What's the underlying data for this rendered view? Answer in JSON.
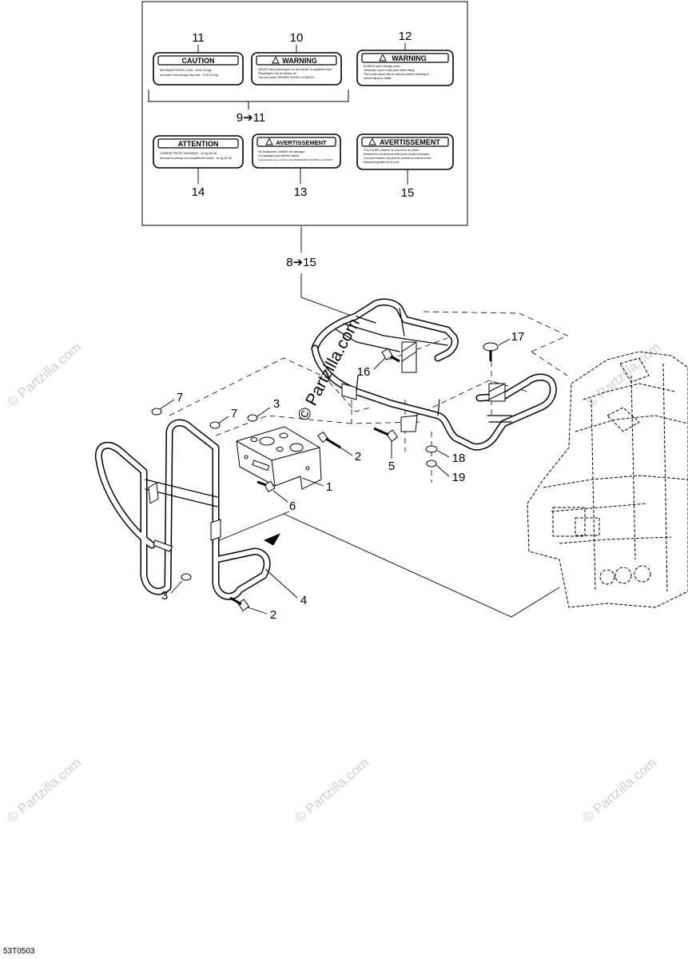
{
  "decals": [
    {
      "callout": "11",
      "title": "CAUTION",
      "lines": [
        "MAXIMUM FRONT LOAD : 25 lb (10 kg)",
        "(Includes front storage bay load : 22 lb (10 kg)"
      ]
    },
    {
      "callout": "10",
      "title": "WARNING",
      "lines": [
        "NEVER carry passengers on this carrier or anywhere else.",
        "Passengers can be thrown off.",
        "You can cause SEVERE INJURY or DEATH."
      ]
    },
    {
      "callout": "12",
      "title": "WARNING",
      "lines": [
        "ALWAYS latch storage cover.",
        "Otherwise cover could open while riding.",
        "This could cause loss of vehicle control, resulting in",
        "severe injury or death."
      ]
    },
    {
      "callout": "14",
      "title": "ATTENTION",
      "lines": [
        "CHARGE FRONT MAXIMALE : 45 kg (99 lb)",
        "(Incluant la charge du compartiment avant : 10 kg (22 lb)"
      ]
    },
    {
      "callout": "13",
      "title": "AVERTISSEMENT",
      "lines": [
        "Ne transportez JAMAIS de passager.",
        "Un passager pourrait être éjecté.",
        "Cette situation peut entraîner des BLESSURES GRAVES ou la MORT."
      ]
    },
    {
      "callout": "15",
      "title": "AVERTISSEMENT",
      "lines": [
        "TOUJOURS attacher le couvercle du coffre.",
        "Autrement le couvercle pourrait s'ouvrir durant le transport.",
        "Ceci peut entraîner une perte de contrôle du véhicule et des",
        "blessures graves ou la mort."
      ]
    }
  ],
  "range_labels": {
    "decals_range": "9➔11",
    "group_range": "8➔15"
  },
  "callouts": {
    "c1": "1",
    "c2a": "2",
    "c2b": "2",
    "c3a": "3",
    "c3b": "3",
    "c4": "4",
    "c5": "5",
    "c6": "6",
    "c7a": "7",
    "c7b": "7",
    "c16": "16",
    "c17": "17",
    "c18": "18",
    "c19": "19"
  },
  "watermark": {
    "main": "© Partzilla.com",
    "faint": "© Partzilla.com"
  },
  "footer": {
    "code": "53T0503"
  }
}
